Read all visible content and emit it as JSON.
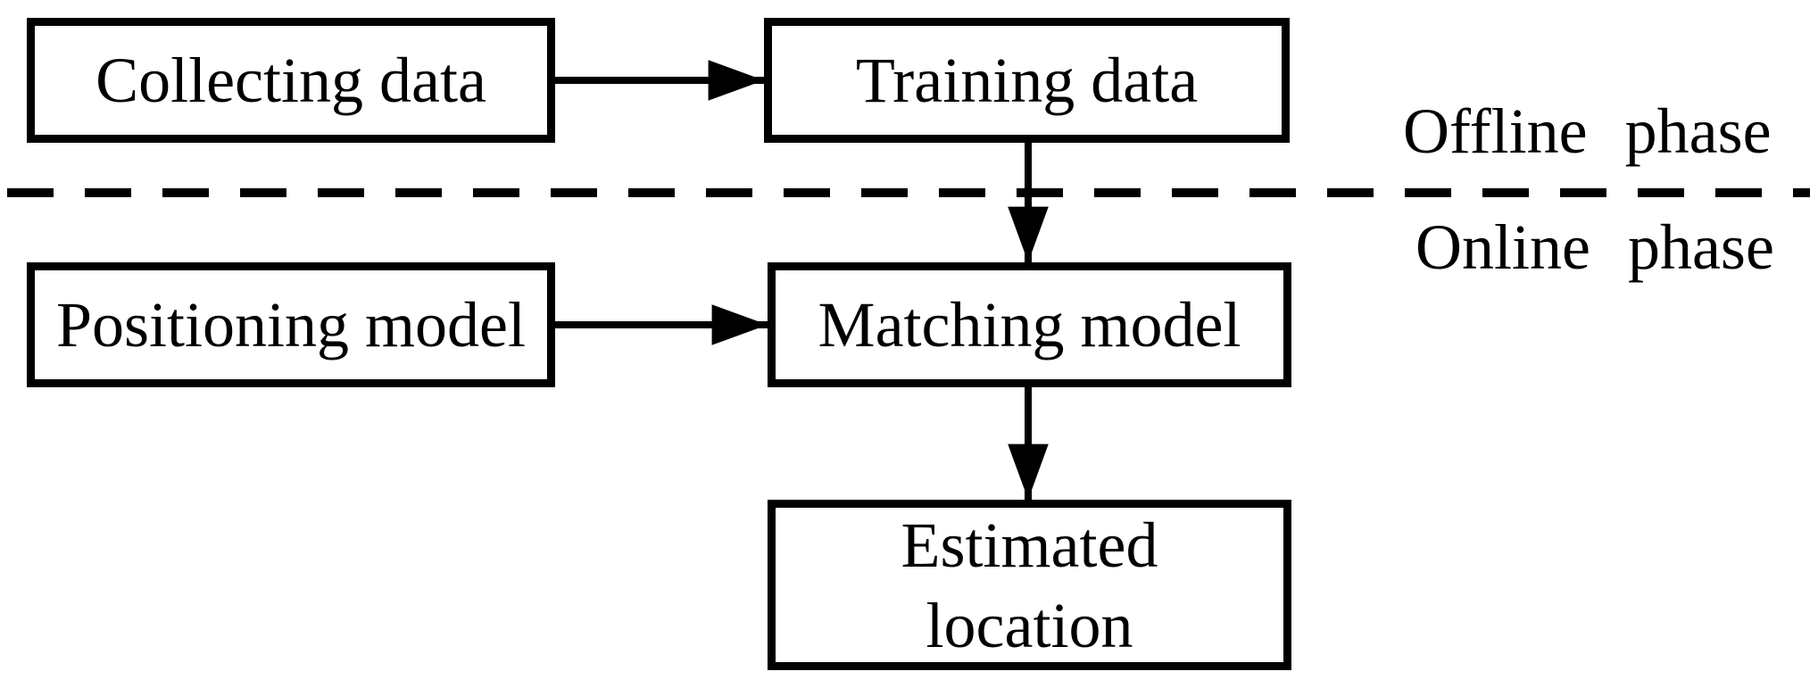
{
  "diagram": {
    "boxes": {
      "collecting_data": {
        "label": "Collecting data"
      },
      "training_data": {
        "label": "Training data"
      },
      "positioning_model": {
        "label": "Positioning model"
      },
      "matching_model": {
        "label": "Matching model"
      },
      "estimated_location": {
        "line1": "Estimated",
        "line2": "location"
      }
    },
    "phases": {
      "offline_label": "Offline phase",
      "online_label": "Online phase"
    },
    "connectors": [
      {
        "from": "Collecting data",
        "to": "Training data",
        "direction": "right"
      },
      {
        "from": "Training data",
        "to": "Matching model",
        "direction": "down"
      },
      {
        "from": "Positioning model",
        "to": "Matching model",
        "direction": "right"
      },
      {
        "from": "Matching model",
        "to": "Estimated location",
        "direction": "down"
      }
    ],
    "divider": {
      "style": "dashed",
      "separates": [
        "Offline phase",
        "Online phase"
      ]
    },
    "colors": {
      "line": "#000000",
      "text": "#000000",
      "background": "#ffffff"
    }
  }
}
